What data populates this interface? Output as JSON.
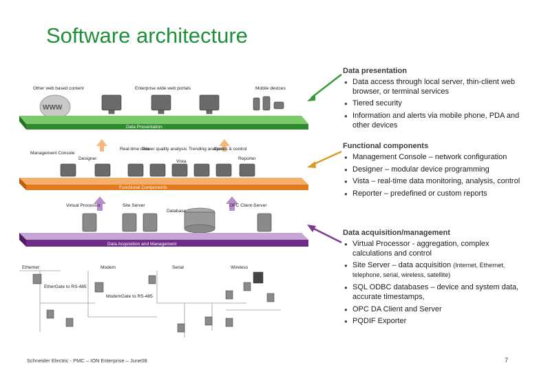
{
  "title": "Software architecture",
  "diagram": {
    "top_labels": [
      "Other web based content",
      "Enterprise wide web portals",
      "Mobile devices"
    ],
    "www": "WWW",
    "layer1": "Data Presentation",
    "mid_labels": [
      "Management Console",
      "Designer",
      "Real-time data",
      "Power quality analysis",
      "Trending analysis",
      "Alarms & control",
      "Reporter"
    ],
    "vista": "Vista",
    "layer2": "Functional Components",
    "low_labels": [
      "Virtual Processor",
      "Site Server",
      "Database",
      "OPC Client-Server"
    ],
    "layer3": "Data Acquisition and Management",
    "net_labels": [
      "Ethernet",
      "Modem",
      "Serial",
      "Wireless"
    ],
    "gateways": [
      "EtherGate to RS-485",
      "ModemGate to RS-485"
    ]
  },
  "sections": [
    {
      "title": "Data presentation",
      "items": [
        "Data access through local server, thin-client web browser, or terminal services",
        "Tiered security",
        "Information and alerts via mobile phone, PDA and other devices"
      ]
    },
    {
      "title": "Functional components",
      "items": [
        "Management Console – network configuration",
        "Designer – modular device programming",
        "Vista – real-time data monitoring, analysis, control",
        "Reporter – predefined or custom reports"
      ]
    },
    {
      "title": "Data acquisition/management",
      "items": [
        "Virtual Processor - aggregation, complex calculations and control",
        "Site Server – data acquisition",
        "SQL ODBC databases – device and system data, accurate timestamps,",
        "OPC DA Client and Server",
        "PQDIF Exporter"
      ],
      "site_server_note": "(Internet, Ethernet, telephone, serial, wireless, satellite)"
    }
  ],
  "footer": "Schneider Electric  - PMC – ION Enterprise – June08",
  "page_number": "7",
  "colors": {
    "title": "#1f8f3a",
    "green_layer": "#3a9a3a",
    "orange_layer": "#e8842a",
    "purple_layer": "#7a3a8e"
  }
}
